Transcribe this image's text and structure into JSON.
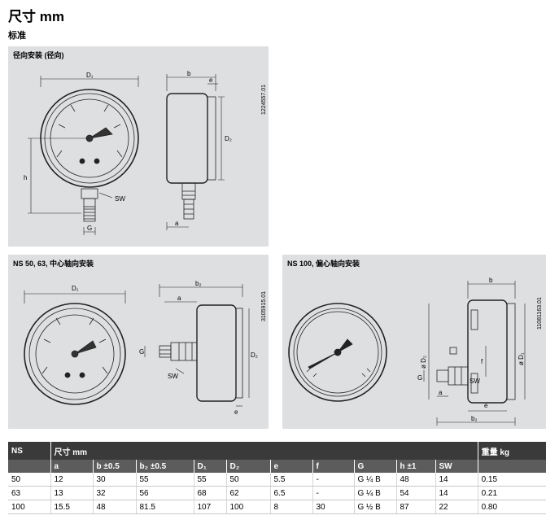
{
  "page": {
    "title": "尺寸 mm",
    "subtitle": "标准"
  },
  "panels": {
    "radial": {
      "label": "径向安装 (径向)",
      "code": "1224557.01",
      "dims": {
        "D1": "D₁",
        "b": "b",
        "e": "e",
        "D2": "D₂",
        "h": "h",
        "SW": "SW",
        "G": "G",
        "a": "a"
      }
    },
    "ns50": {
      "label": "NS 50, 63, 中心轴向安装",
      "code": "3105915.01",
      "dims": {
        "D1": "D₁",
        "b2": "b₂",
        "G": "G",
        "SW": "SW",
        "D2": "D₂",
        "a": "a",
        "e": "e"
      }
    },
    "ns100": {
      "label": "NS 100, 偏心轴向安装",
      "code": "11081163.01",
      "dims": {
        "b": "b",
        "D2": "ø D₂",
        "D1": "ø D₁",
        "f": "f",
        "G": "G",
        "SW": "SW",
        "a": "a",
        "e": "e",
        "b2": "b₂"
      }
    }
  },
  "table": {
    "header_ns": "NS",
    "header_dims": "尺寸 mm",
    "header_weight": "重量 kg",
    "columns": [
      "a",
      "b ±0.5",
      "b₂ ±0.5",
      "D₁",
      "D₂",
      "e",
      "f",
      "G",
      "h ±1",
      "SW"
    ],
    "rows": [
      [
        "50",
        "12",
        "30",
        "55",
        "55",
        "50",
        "5.5",
        "-",
        "G ¼ B",
        "48",
        "14",
        "0.15"
      ],
      [
        "63",
        "13",
        "32",
        "56",
        "68",
        "62",
        "6.5",
        "-",
        "G ¼ B",
        "54",
        "14",
        "0.21"
      ],
      [
        "100",
        "15.5",
        "48",
        "81.5",
        "107",
        "100",
        "8",
        "30",
        "G ½ B",
        "87",
        "22",
        "0.80"
      ]
    ]
  }
}
